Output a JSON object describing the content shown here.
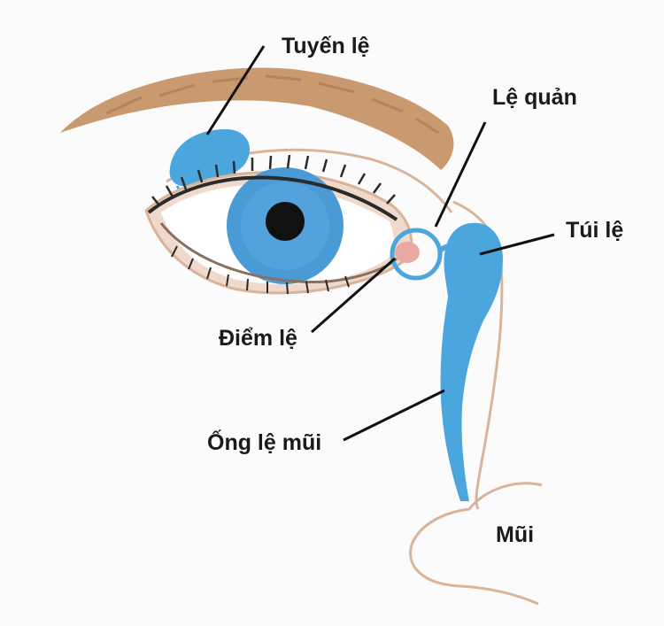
{
  "labels": {
    "lacrimal_gland": "Tuyến lệ",
    "canaliculus": "Lệ quản",
    "lacrimal_sac": "Túi lệ",
    "punctum": "Điểm lệ",
    "nasolacrimal_duct": "Ống lệ mũi",
    "nose": "Mũi"
  },
  "colors": {
    "tear_system": "#4aa6dd",
    "iris": "#4a9ad6",
    "skin_outline": "#d9b49b",
    "eyebrow": "#c4966f",
    "pupil": "#111111",
    "leader_line": "#111111"
  }
}
